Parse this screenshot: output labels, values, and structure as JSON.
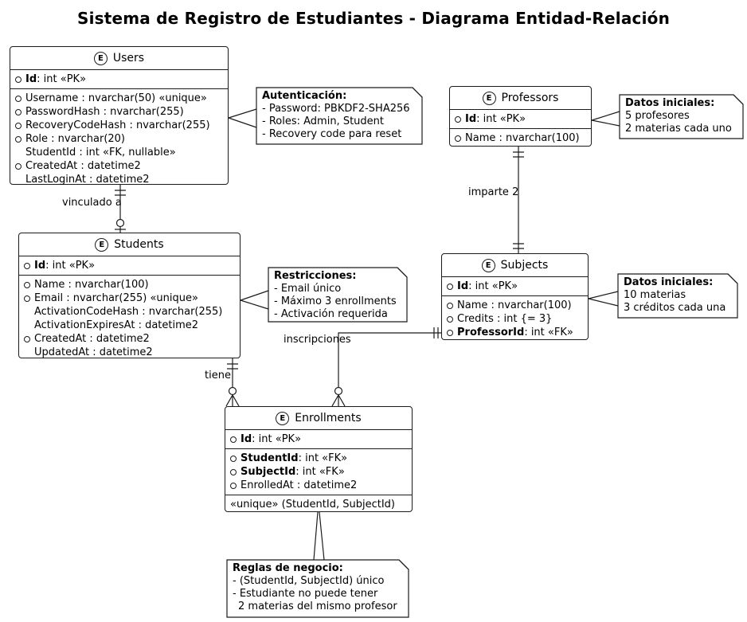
{
  "title": "Sistema de Registro de Estudiantes - Diagrama Entidad-Relación",
  "colors": {
    "border": "#1b1b1b",
    "background": "#ffffff",
    "text": "#000000"
  },
  "entities": {
    "users": {
      "icon": "E",
      "name": "Users",
      "pk": {
        "b": "Id",
        "t": " : int «PK»"
      },
      "attrs": [
        {
          "circle": true,
          "b": "",
          "t": "Username : nvarchar(50) «unique»"
        },
        {
          "circle": true,
          "b": "",
          "t": "PasswordHash : nvarchar(255)"
        },
        {
          "circle": true,
          "b": "",
          "t": "RecoveryCodeHash : nvarchar(255)"
        },
        {
          "circle": true,
          "b": "",
          "t": "Role : nvarchar(20)"
        },
        {
          "circle": false,
          "b": "",
          "t": "StudentId : int «FK, nullable»"
        },
        {
          "circle": true,
          "b": "",
          "t": "CreatedAt : datetime2"
        },
        {
          "circle": false,
          "b": "",
          "t": "LastLoginAt : datetime2"
        }
      ]
    },
    "professors": {
      "icon": "E",
      "name": "Professors",
      "pk": {
        "b": "Id",
        "t": " : int «PK»"
      },
      "attrs": [
        {
          "circle": true,
          "b": "",
          "t": "Name : nvarchar(100)"
        }
      ]
    },
    "students": {
      "icon": "E",
      "name": "Students",
      "pk": {
        "b": "Id",
        "t": " : int «PK»"
      },
      "attrs": [
        {
          "circle": true,
          "b": "",
          "t": "Name : nvarchar(100)"
        },
        {
          "circle": true,
          "b": "",
          "t": "Email : nvarchar(255) «unique»"
        },
        {
          "circle": false,
          "b": "",
          "t": "ActivationCodeHash : nvarchar(255)"
        },
        {
          "circle": false,
          "b": "",
          "t": "ActivationExpiresAt : datetime2"
        },
        {
          "circle": true,
          "b": "",
          "t": "CreatedAt : datetime2"
        },
        {
          "circle": false,
          "b": "",
          "t": "UpdatedAt : datetime2"
        }
      ]
    },
    "subjects": {
      "icon": "E",
      "name": "Subjects",
      "pk": {
        "b": "Id",
        "t": " : int «PK»"
      },
      "attrs": [
        {
          "circle": true,
          "b": "",
          "t": "Name : nvarchar(100)"
        },
        {
          "circle": true,
          "b": "",
          "t": "Credits : int {= 3}"
        },
        {
          "circle": true,
          "b": "ProfessorId",
          "t": " : int «FK»"
        }
      ]
    },
    "enrollments": {
      "icon": "E",
      "name": "Enrollments",
      "pk": {
        "b": "Id",
        "t": " : int «PK»"
      },
      "attrs": [
        {
          "circle": true,
          "b": "StudentId",
          "t": " : int «FK»"
        },
        {
          "circle": true,
          "b": "SubjectId",
          "t": " : int «FK»"
        },
        {
          "circle": true,
          "b": "",
          "t": "EnrolledAt : datetime2"
        }
      ],
      "footer": "«unique» (StudentId, SubjectId)"
    }
  },
  "notes": {
    "auth": {
      "title": "Autenticación:",
      "lines": [
        "- Password: PBKDF2-SHA256",
        "- Roles: Admin, Student",
        "- Recovery code para reset"
      ]
    },
    "prof_seed": {
      "title": "Datos iniciales:",
      "lines": [
        "5 profesores",
        "2 materias cada uno"
      ]
    },
    "constraints": {
      "title": "Restricciones:",
      "lines": [
        "- Email único",
        "- Máximo 3 enrollments",
        "- Activación requerida"
      ]
    },
    "subj_seed": {
      "title": "Datos iniciales:",
      "lines": [
        "10 materias",
        "3 créditos cada una"
      ]
    },
    "rules": {
      "title": "Reglas de negocio:",
      "lines": [
        "- (StudentId, SubjectId) único",
        "- Estudiante no puede tener",
        "2 materias del mismo profesor"
      ]
    }
  },
  "edges": {
    "users_students": "vinculado a",
    "professors_subjects": "imparte 2",
    "students_enrollments": "tiene",
    "subjects_enrollments": "inscripciones"
  }
}
